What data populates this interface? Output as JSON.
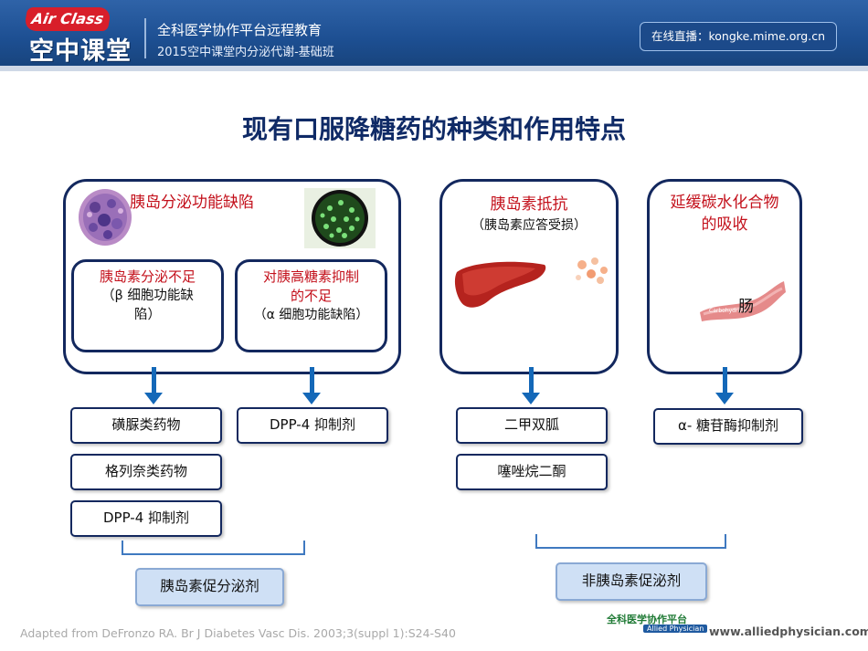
{
  "header": {
    "logo_en": "Air Class",
    "logo_cn": "空中课堂",
    "line1": "全科医学协作平台远程教育",
    "line2": "2015空中课堂内分泌代谢-基础班",
    "live": "在线直播：kongke.mime.org.cn"
  },
  "title": "现有口服降糖药的种类和作用特点",
  "categories": {
    "insulin_secretion": {
      "title": "胰岛分泌功能缺陷",
      "beta": {
        "line1": "胰岛素分泌不足",
        "line2": "（β 细胞功能缺",
        "line3": "陷）"
      },
      "alpha": {
        "line1": "对胰高糖素抑制",
        "line2": "的不足",
        "line3": "（α 细胞功能缺陷）"
      }
    },
    "insulin_resistance": {
      "title": "胰岛素抵抗",
      "subtitle": "（胰岛素应答受损）"
    },
    "carb_absorption": {
      "line1": "延缓碳水化合物",
      "line2": "的吸收",
      "intestine_label": "肠",
      "intestine_small_label": "Carbohydrate"
    }
  },
  "drugs": {
    "sulfonylurea": "磺脲类药物",
    "glinides": "格列奈类药物",
    "dpp4_a": "DPP-4 抑制剂",
    "dpp4_b": "DPP-4 抑制剂",
    "metformin": "二甲双胍",
    "tzd": "噻唑烷二酮",
    "agi": "α- 糖苷酶抑制剂"
  },
  "results": {
    "secretagogue": "胰岛素促分泌剂",
    "non_secretagogue": "非胰岛素促泌剂"
  },
  "footer": {
    "source": "Adapted from DeFronzo RA. Br J Diabetes Vasc Dis. 2003;3(suppl 1):S24-S40",
    "logo_cn": "全科医学协作平台",
    "logo_en": "Allied Physician",
    "url": "www.alliedphysician.com"
  },
  "colors": {
    "accent_red": "#c3101b",
    "navy": "#13285e",
    "arrow_blue": "#1468b8",
    "result_fill": "#cfe0f5"
  }
}
